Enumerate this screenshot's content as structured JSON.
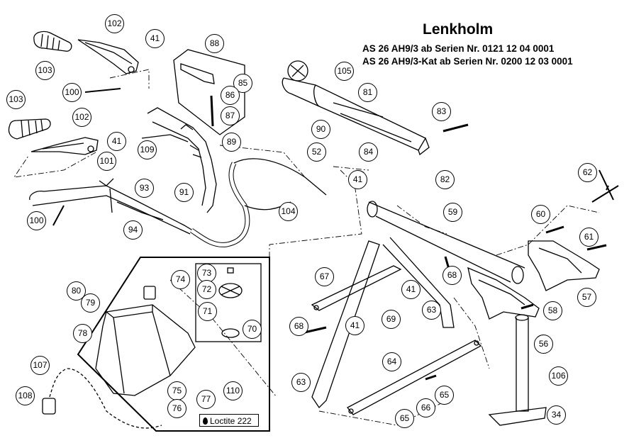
{
  "header": {
    "title": "Lenkholm",
    "subtitle_1": "AS 26 AH9/3 ab Serien Nr. 0121 12 04 0001",
    "subtitle_2": "AS 26 AH9/3-Kat ab Serien Nr. 0200 12 03 0001"
  },
  "note": {
    "loctite": "Loctite 222"
  },
  "parts": {
    "p102a": "102",
    "p41a": "41",
    "p103a": "103",
    "p88": "88",
    "p85": "85",
    "p100a": "100",
    "p86": "86",
    "p87": "87",
    "p103b": "103",
    "p102b": "102",
    "p41b": "41",
    "p109": "109",
    "p89": "89",
    "p101": "101",
    "p93": "93",
    "p91": "91",
    "p100b": "100",
    "p94": "94",
    "p105": "105",
    "p81": "81",
    "p83": "83",
    "p90": "90",
    "p52": "52",
    "p84": "84",
    "p82": "82",
    "p41c": "41",
    "p62": "62",
    "p104": "104",
    "p59": "59",
    "p60": "60",
    "p61": "61",
    "p74": "74",
    "p73": "73",
    "p72": "72",
    "p71": "71",
    "p70": "70",
    "p80": "80",
    "p79": "79",
    "p78": "78",
    "p67": "67",
    "p68a": "68",
    "p41d": "41",
    "p69": "69",
    "p63a": "63",
    "p58": "58",
    "p57": "57",
    "p68b": "68",
    "p41e": "41",
    "p56": "56",
    "p107": "107",
    "p64": "64",
    "p106": "106",
    "p110": "110",
    "p75": "75",
    "p77": "77",
    "p63b": "63",
    "p108": "108",
    "p76": "76",
    "p66": "66",
    "p65a": "65",
    "p65b": "65",
    "p34": "34"
  },
  "colors": {
    "line": "#000000",
    "background": "#ffffff"
  }
}
